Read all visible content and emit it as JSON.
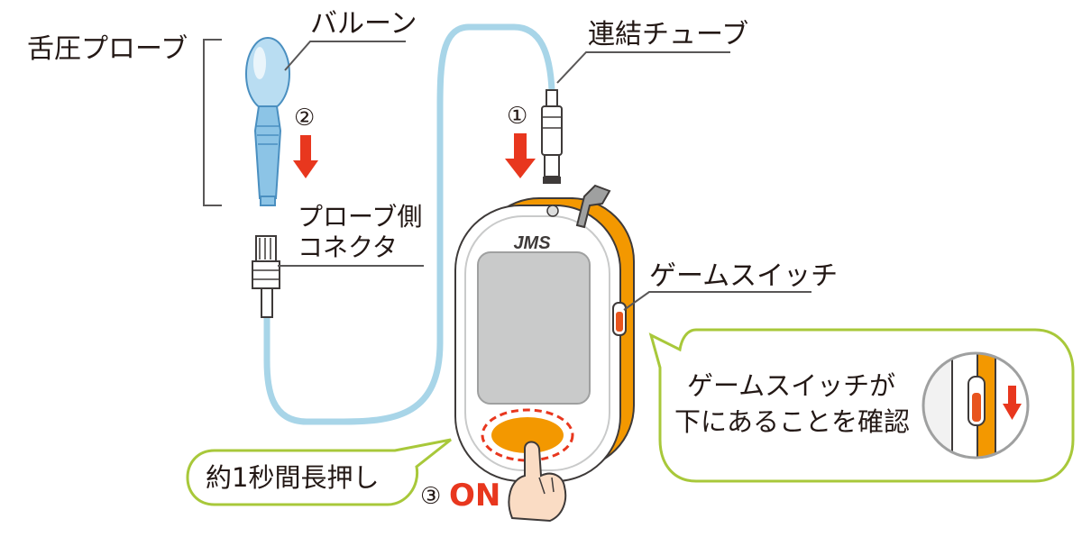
{
  "labels": {
    "tongue_probe": "舌圧プローブ",
    "balloon": "バルーン",
    "tube": "連結チューブ",
    "connector_line1": "プローブ側",
    "connector_line2": "コネクタ",
    "switch": "ゲームスイッチ",
    "logo": "JMS"
  },
  "steps": {
    "step1": "①",
    "step2": "②",
    "step3": "③",
    "on": "ON"
  },
  "bubbles": {
    "press": "約1秒間長押し",
    "check_line1": "ゲームスイッチが",
    "check_line2": "下にあることを確認"
  },
  "colors": {
    "tube": "#a8d5e8",
    "probe": "#8cc4e6",
    "device_orange": "#f39800",
    "arrow_red": "#e8371e",
    "bubble_green": "#a8c83a",
    "leader": "#595757"
  }
}
